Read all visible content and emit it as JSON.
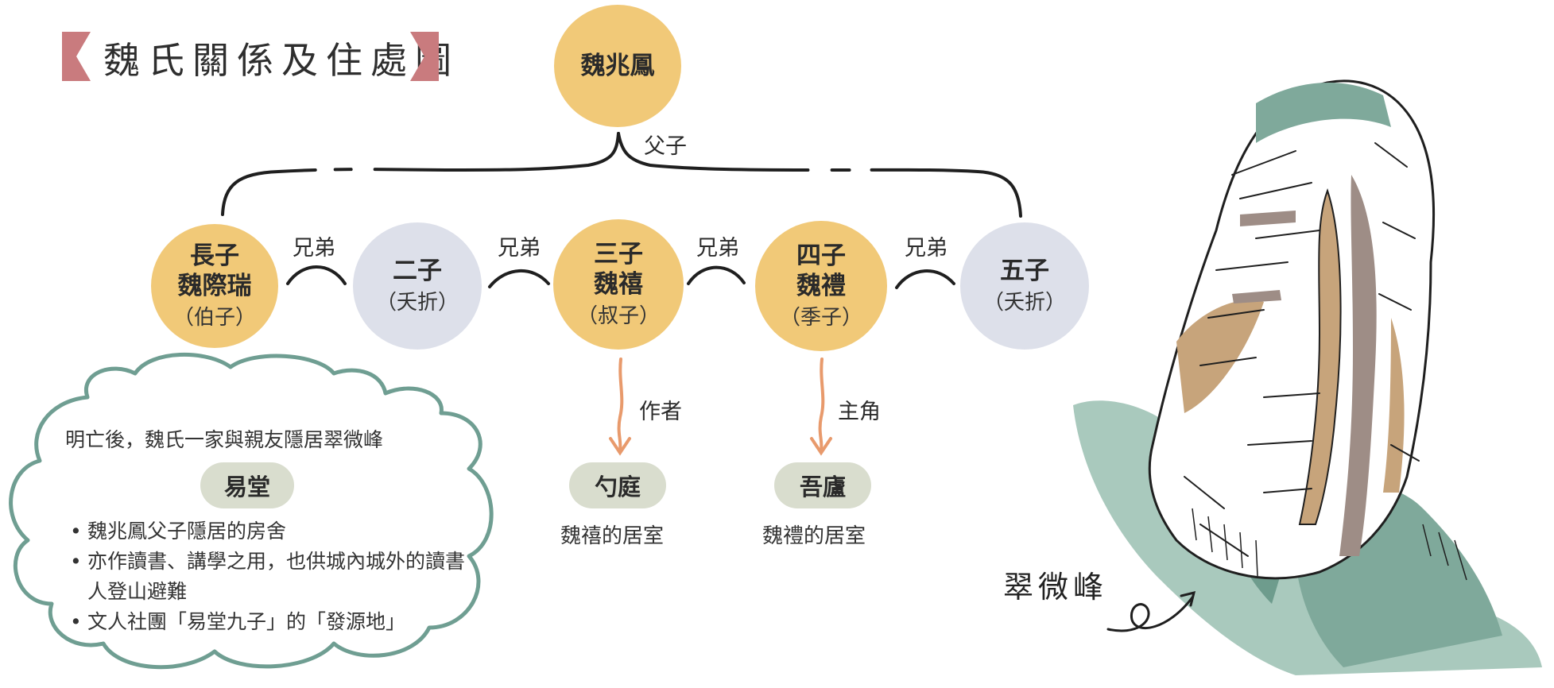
{
  "title": "魏氏關係及住處圖",
  "colors": {
    "gold": "#f1c978",
    "grey": "#dde0ea",
    "pill": "#d9ddce",
    "cloud": "#6f9e92",
    "arrow": "#e89a6c",
    "title_tab": "#c97b7e"
  },
  "root": {
    "name": "魏兆鳳",
    "relation": "父子"
  },
  "sons": [
    {
      "line1": "長子",
      "line2": "魏際瑞",
      "note": "（伯子）"
    },
    {
      "line1": "二子",
      "line2": "",
      "note": "（夭折）"
    },
    {
      "line1": "三子",
      "line2": "魏禧",
      "note": "（叔子）"
    },
    {
      "line1": "四子",
      "line2": "魏禮",
      "note": "（季子）"
    },
    {
      "line1": "五子",
      "line2": "",
      "note": "（夭折）"
    }
  ],
  "sibling_label": "兄弟",
  "residences": [
    {
      "role": "作者",
      "name": "勺庭",
      "caption": "魏禧的居室"
    },
    {
      "role": "主角",
      "name": "吾廬",
      "caption": "魏禮的居室"
    }
  ],
  "cloud": {
    "intro": "明亡後，魏氏一家與親友隱居翠微峰",
    "heading": "易堂",
    "bullets": [
      "魏兆鳳父子隱居的房舍",
      "亦作讀書、講學之用，也供城內城外的讀書人登山避難",
      "文人社團「易堂九子」的「發源地」"
    ]
  },
  "mountain_label": "翠微峰"
}
